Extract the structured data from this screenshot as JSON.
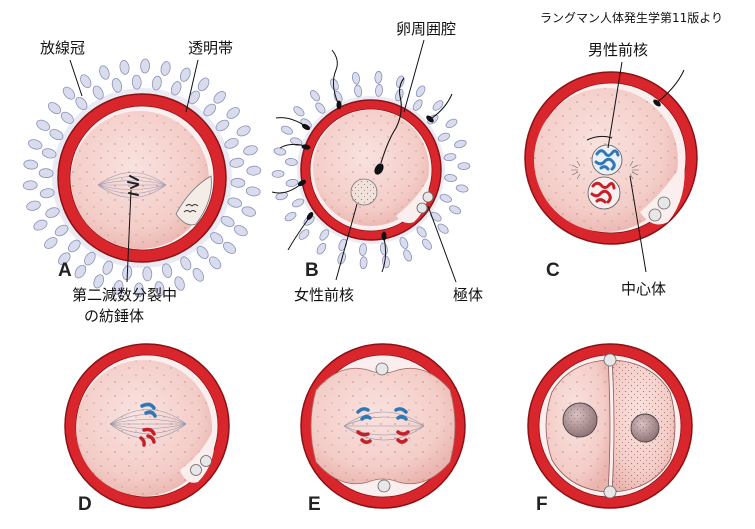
{
  "source_note": "ラングマン人体発生学第11版より",
  "labels": {
    "corona": "放線冠",
    "zona": "透明帯",
    "perivitelline": "卵周囲腔",
    "male_pronucleus": "男性前核",
    "female_pronucleus": "女性前核",
    "polar_body": "極体",
    "centrosome": "中心体",
    "spindle_line1": "第二減数分裂中",
    "spindle_line2": "の紡錘体"
  },
  "panels": {
    "a": "A",
    "b": "B",
    "c": "C",
    "d": "D",
    "e": "E",
    "f": "F"
  },
  "colors": {
    "zona_red": "#d8262c",
    "zona_dark": "#8c1114",
    "cytoplasm": "#f6d3cf",
    "corona_cell": "#d9dcec",
    "corona_edge": "#8b90b8",
    "chromosome_blue": "#2f78b8",
    "chromosome_red": "#c42027"
  }
}
